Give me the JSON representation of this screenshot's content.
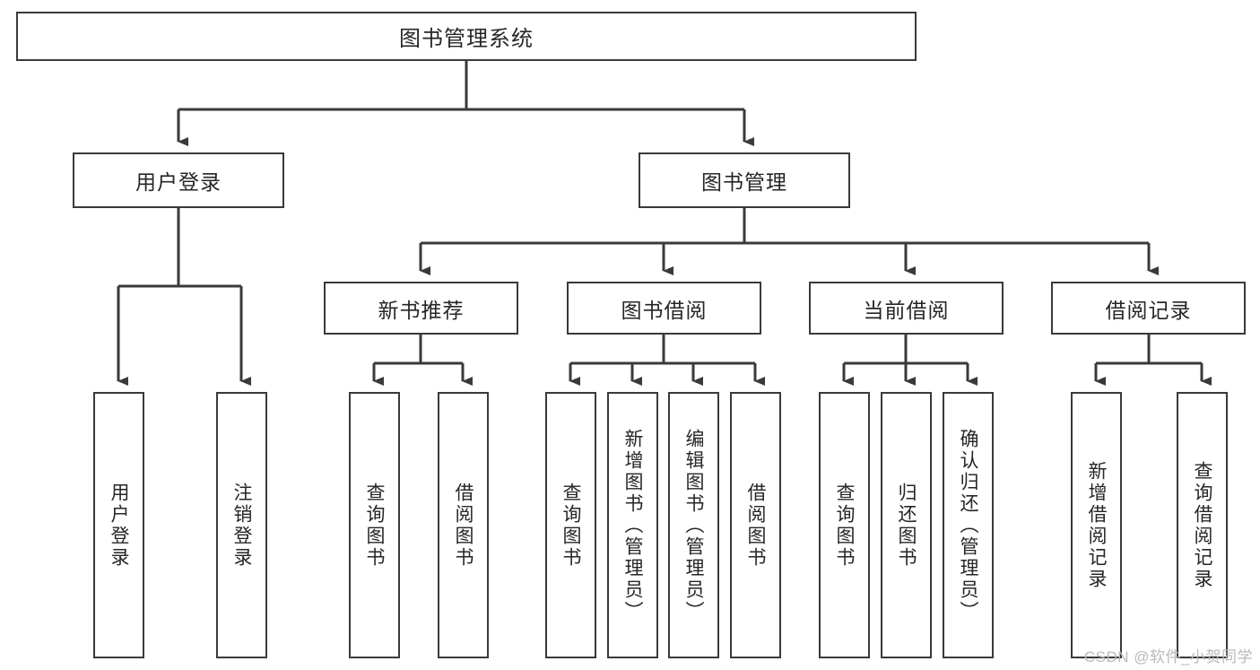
{
  "diagram": {
    "title": "图书管理系统",
    "type": "tree",
    "orientation": "top-down",
    "root": {
      "id": "root",
      "label": "图书管理系统"
    },
    "level2": [
      {
        "id": "user-login",
        "label": "用户登录"
      },
      {
        "id": "book-manage",
        "label": "图书管理"
      }
    ],
    "level3": [
      {
        "id": "new-book-rec",
        "label": "新书推荐",
        "parent": "book-manage"
      },
      {
        "id": "book-borrow",
        "label": "图书借阅",
        "parent": "book-manage"
      },
      {
        "id": "current-borrow",
        "label": "当前借阅",
        "parent": "book-manage"
      },
      {
        "id": "borrow-record",
        "label": "借阅记录",
        "parent": "book-manage"
      }
    ],
    "leaves": [
      {
        "id": "leaf-user-login",
        "label": "用户登录",
        "parent": "user-login"
      },
      {
        "id": "leaf-logout",
        "label": "注销登录",
        "parent": "user-login"
      },
      {
        "id": "leaf-query-book-1",
        "label": "查询图书",
        "parent": "new-book-rec"
      },
      {
        "id": "leaf-borrow-book-1",
        "label": "借阅图书",
        "parent": "new-book-rec"
      },
      {
        "id": "leaf-query-book-2",
        "label": "查询图书",
        "parent": "book-borrow"
      },
      {
        "id": "leaf-add-book",
        "label": "新增图书（管理员）",
        "parent": "book-borrow"
      },
      {
        "id": "leaf-edit-book",
        "label": "编辑图书（管理员）",
        "parent": "book-borrow"
      },
      {
        "id": "leaf-borrow-book-2",
        "label": "借阅图书",
        "parent": "book-borrow"
      },
      {
        "id": "leaf-query-book-3",
        "label": "查询图书",
        "parent": "current-borrow"
      },
      {
        "id": "leaf-return-book",
        "label": "归还图书",
        "parent": "current-borrow"
      },
      {
        "id": "leaf-confirm-return",
        "label": "确认归还（管理员）",
        "parent": "current-borrow"
      },
      {
        "id": "leaf-add-record",
        "label": "新增借阅记录",
        "parent": "borrow-record"
      },
      {
        "id": "leaf-query-record",
        "label": "查询借阅记录",
        "parent": "borrow-record"
      }
    ],
    "colors": {
      "stroke": "#3a3a3a",
      "text": "#262626",
      "background": "#ffffff",
      "watermark": "#b9b9b9"
    }
  },
  "watermark": {
    "text": "CSDN @软件_小贺同学"
  }
}
